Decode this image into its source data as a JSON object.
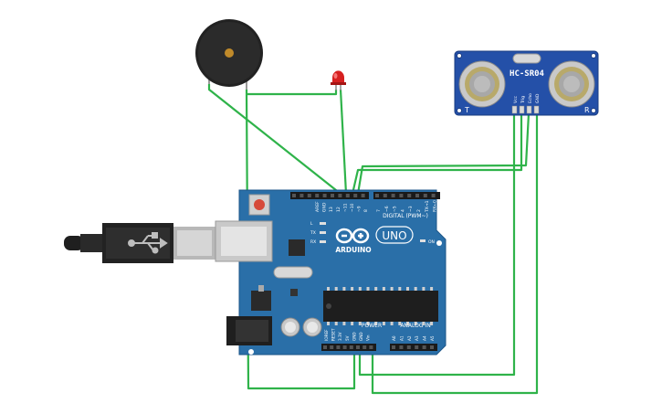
{
  "sensor": {
    "model": "HC-SR04",
    "left_mark": "T",
    "right_mark": "R",
    "pins": [
      "Vcc",
      "Trig",
      "Echo",
      "GND"
    ]
  },
  "board": {
    "brand": "ARDUINO",
    "model": "UNO",
    "digital_label": "DIGITAL (PWM~)",
    "power_label": "POWER",
    "analog_label": "ANALOG IN",
    "on_label": "ON",
    "led_labels": [
      "L",
      "TX",
      "RX"
    ],
    "top_pins_left": [
      "AREF",
      "GND",
      "13",
      "12",
      "~11",
      "~10",
      "~9",
      "8"
    ],
    "top_pins_right": [
      "7",
      "~6",
      "~5",
      "4",
      "~3",
      "2",
      "TX→1",
      "RX←0"
    ],
    "power_pins": [
      "IOREF",
      "RESET",
      "3.3V",
      "5V",
      "GND",
      "GND",
      "Vin"
    ],
    "analog_pins": [
      "A0",
      "A1",
      "A2",
      "A3",
      "A4",
      "A5"
    ]
  },
  "colors": {
    "wire": "#2fb34a",
    "board": "#2a6fa8",
    "sensor": "#2450a8",
    "led": "#d62020"
  }
}
